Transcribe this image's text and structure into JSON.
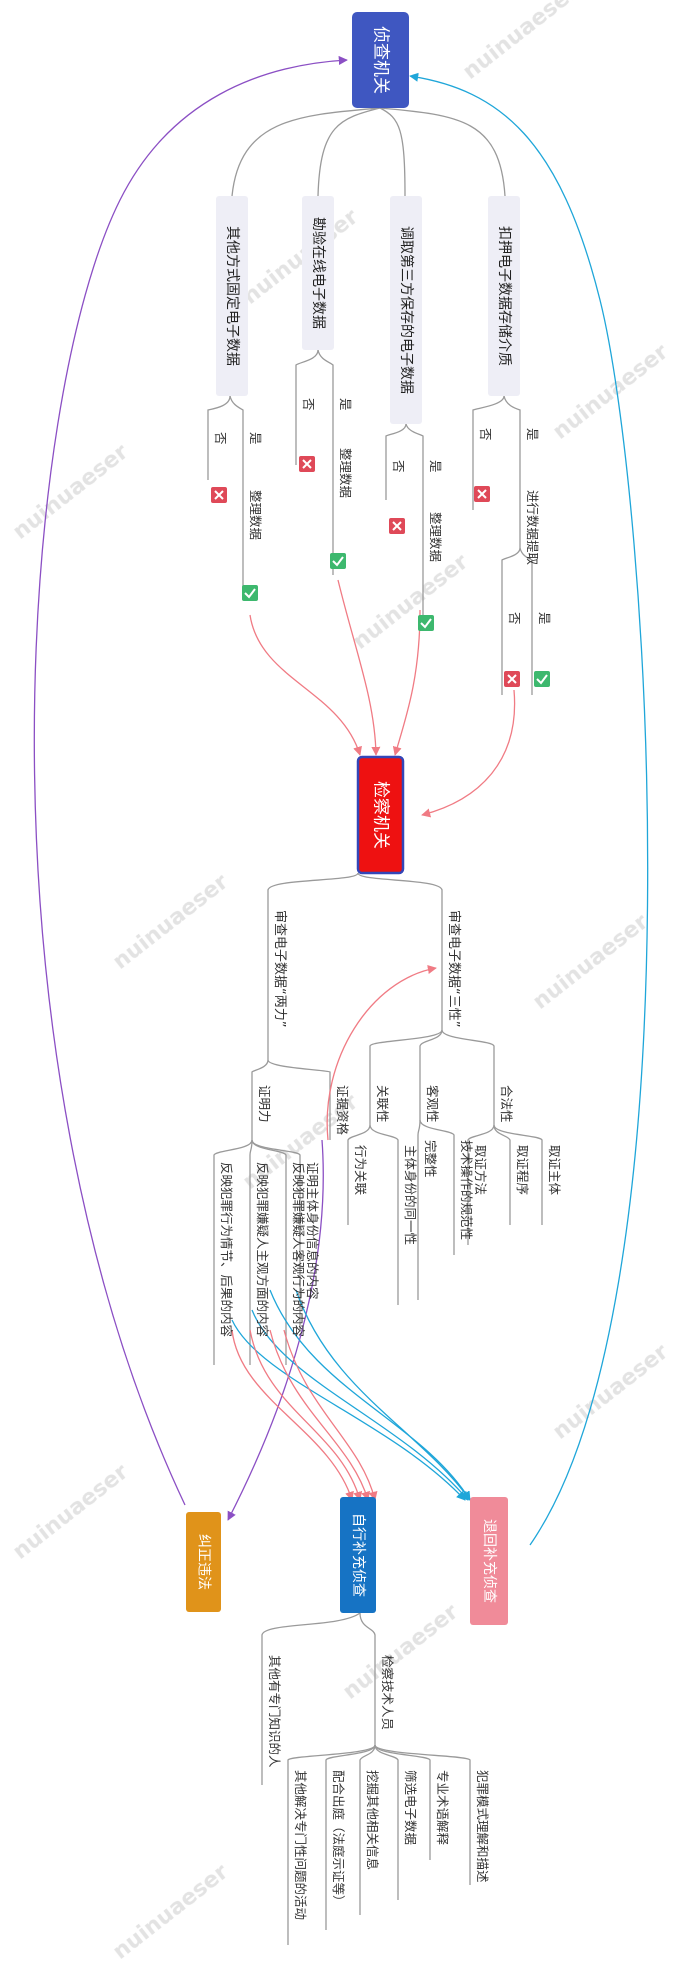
{
  "nodes": {
    "investigation": "侦查机关",
    "procuratorate": "检察机关",
    "correct_illegal": "纠正违法",
    "self_supplement": "自行补充侦查",
    "return_supplement": "退回补充侦查",
    "fixed_other": "其他方式固定电子数据",
    "online_inspection": "勘验在线电子数据",
    "third_party": "调取第三方保存的电子数据",
    "seize_media": "扣押电子数据存储介质",
    "extract_data": "进行数据提取",
    "organize_data": "整理数据",
    "yes": "是",
    "no": "否",
    "review_two": "审查电子数据“两力”",
    "review_three": "审查电子数据“三性”",
    "probative_power": "证明力",
    "evidence_capacity": "证据资格",
    "relevance": "关联性",
    "objectivity": "客观性",
    "legality": "合法性",
    "subject_identity": "证明主体身份信息的内容",
    "objective_acts": "反映犯罪嫌疑人客观行为的内容",
    "subjective_aspects": "反映犯罪嫌疑人主观方面的内容",
    "circumstances": "反映犯罪行为情节、后果的内容",
    "act_relation": "行为关联",
    "identity_unity": "主体身份的同一性",
    "completeness": "完整性",
    "tech_norm": "技术操作的规范性",
    "method": "取证方法",
    "procedure": "取证程序",
    "subject": "取证主体",
    "other_experts": "其他有专门知识的人",
    "tech_staff": "检察技术人员",
    "task_crime_model": "犯罪模式理解和描述",
    "task_terms": "专业术语解释",
    "task_screen": "筛选电子数据",
    "task_mine": "挖掘其他相关信息",
    "task_court": "配合出庭（法庭示证等）",
    "task_other": "其他解决专门性问题的活动"
  },
  "watermark": "nuinuaeser",
  "colors": {
    "investigation": "#3f57c1",
    "procuratorate": "#ee1111",
    "procuratorate_border": "#3346b8",
    "correct_illegal": "#e0931a",
    "self_supplement": "#1673c4",
    "return_supplement": "#f08b99",
    "branch_node": "#eeeef6",
    "purple_arrow": "#8b4fc4",
    "cyan_arrow": "#1fa6d9",
    "pink_arrow": "#f07b84",
    "icon_red": "#df4958",
    "icon_green": "#3db86e"
  }
}
